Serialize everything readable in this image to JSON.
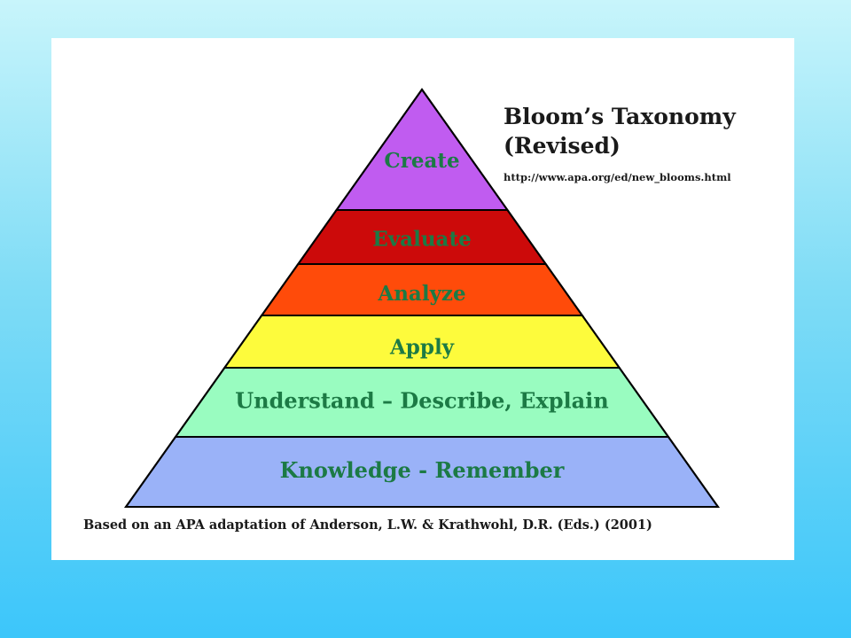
{
  "title": {
    "line1": "Bloom’s Taxonomy",
    "line2": "(Revised)"
  },
  "source_url": "http://www.apa.org/ed/new_blooms.html",
  "citation": "Based on an APA adaptation of Anderson, L.W. & Krathwohl, D.R. (Eds.) (2001)",
  "layers": [
    {
      "label": "Create",
      "color": "#c05cf0"
    },
    {
      "label": "Evaluate",
      "color": "#cc0a0a"
    },
    {
      "label": "Analyze",
      "color": "#ff4b0a"
    },
    {
      "label": "Apply",
      "color": "#fdfb3c"
    },
    {
      "label": "Understand – Describe, Explain",
      "color": "#99fcc0"
    },
    {
      "label": "Knowledge - Remember",
      "color": "#9ab2f8"
    }
  ],
  "colors": {
    "label_text": "#1c7a45",
    "outline": "#000000"
  }
}
